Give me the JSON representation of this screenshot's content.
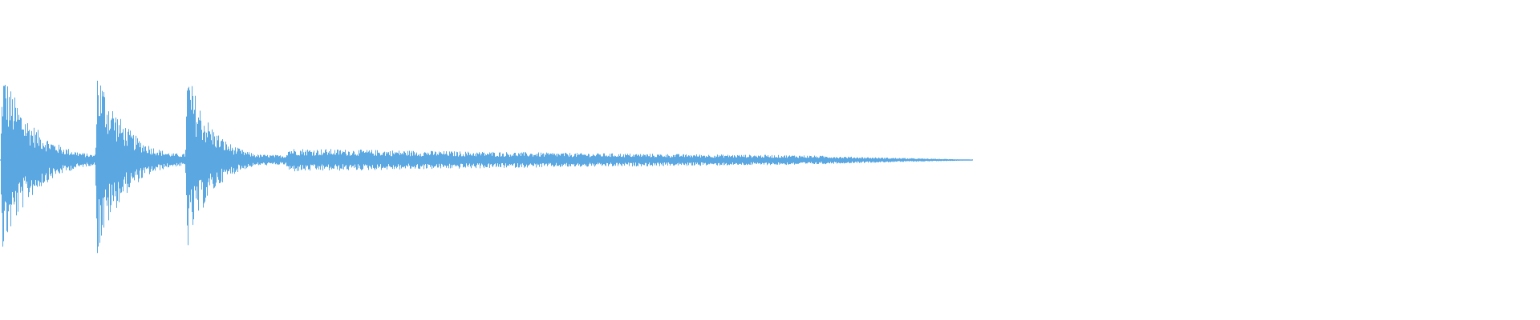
{
  "waveform": {
    "color": "#5aa7e2",
    "background": "#ffffff",
    "active_fraction": 0.632,
    "transients": [
      {
        "onset": 0.0,
        "peak": 0.97,
        "decay": 0.02,
        "floor": 0.09,
        "floor_decay": 0.1
      },
      {
        "onset": 0.0615,
        "peak": 1.0,
        "decay": 0.018,
        "floor": 0.1,
        "floor_decay": 0.1
      },
      {
        "onset": 0.12,
        "peak": 0.96,
        "decay": 0.016,
        "floor": 0.08,
        "floor_decay": 0.1
      },
      {
        "onset": 0.185,
        "peak": 0.11,
        "decay": 0.35,
        "floor": 0.02,
        "floor_decay": 0.3
      }
    ]
  }
}
